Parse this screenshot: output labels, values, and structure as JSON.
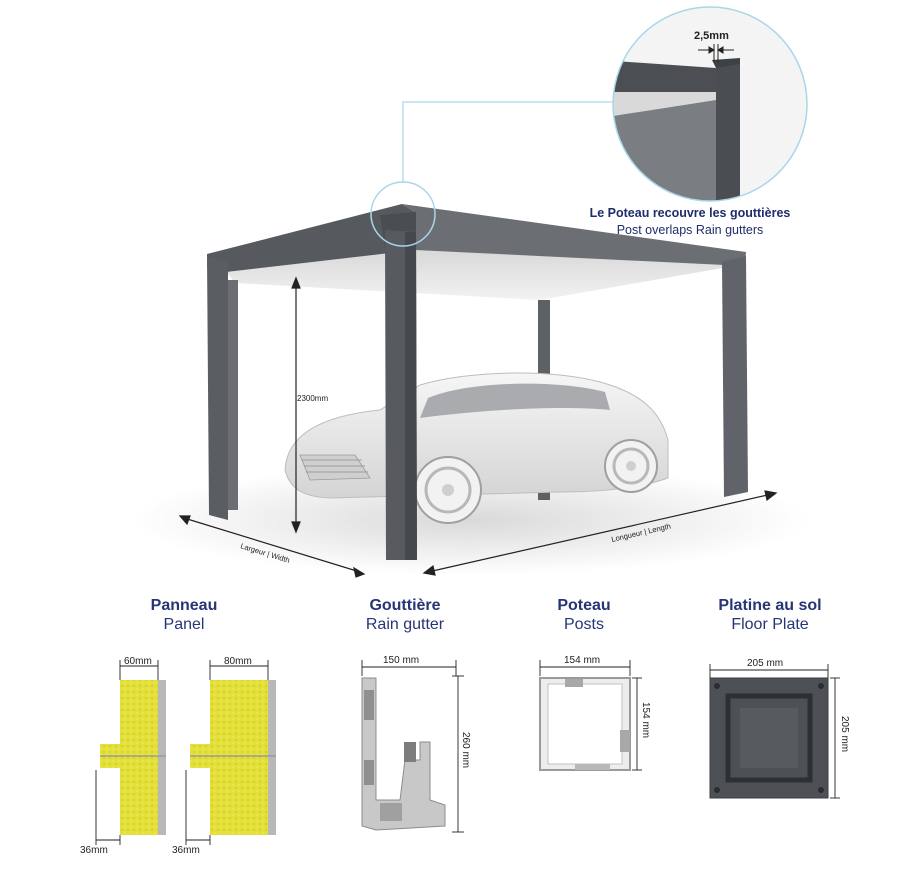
{
  "callout": {
    "dimension": "2,5mm",
    "caption_fr": "Le Poteau recouvre les gouttières",
    "caption_en": "Post overlaps Rain gutters"
  },
  "pergola": {
    "height_label": "2300mm",
    "width_label": "Largeur | Width",
    "length_label": "Longueur | Length"
  },
  "sections": {
    "panel": {
      "title": "Panneau",
      "subtitle": "Panel",
      "dims": [
        "60mm",
        "80mm",
        "36mm",
        "36mm"
      ]
    },
    "gutter": {
      "title": "Gouttière",
      "subtitle": "Rain gutter",
      "width": "150 mm",
      "height": "260 mm"
    },
    "post": {
      "title": "Poteau",
      "subtitle": "Posts",
      "width": "154 mm",
      "height": "154 mm"
    },
    "plate": {
      "title": "Platine au sol",
      "subtitle": "Floor Plate",
      "width": "205 mm",
      "height": "205 mm"
    }
  },
  "colors": {
    "frame": "#5d6166",
    "frame_dark": "#45494e",
    "accent_blue": "#263575",
    "callout_line": "#a9d6ea",
    "insulation": "#e4e03a"
  }
}
